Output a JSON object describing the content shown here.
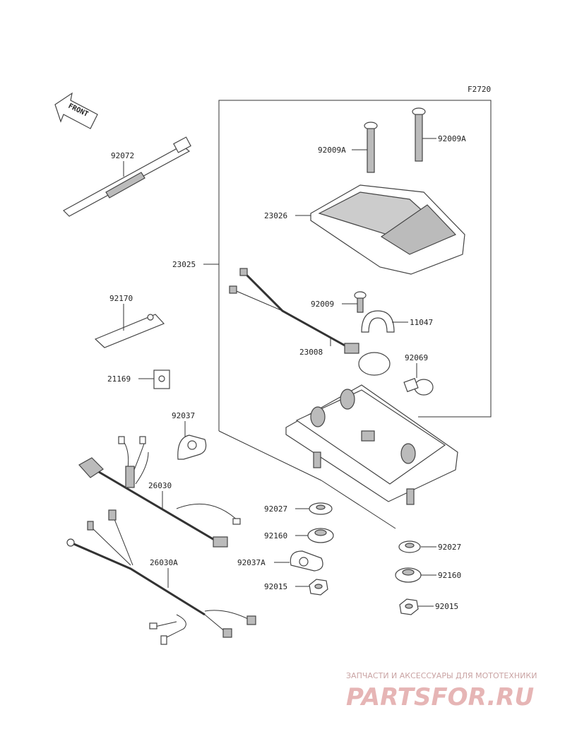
{
  "diagram_code": "F2720",
  "front_label": "FRONT",
  "parts": {
    "p92072": "92072",
    "p92170": "92170",
    "p21169": "21169",
    "p92037": "92037",
    "p26030": "26030",
    "p26030A": "26030A",
    "p23025": "23025",
    "p92009A_left": "92009A",
    "p92009A_right": "92009A",
    "p23026": "23026",
    "p92009": "92009",
    "p11047": "11047",
    "p23008": "23008",
    "p92069": "92069",
    "p92027_left": "92027",
    "p92160_left": "92160",
    "p92037A": "92037A",
    "p92015_left": "92015",
    "p92027_right": "92027",
    "p92160_right": "92160",
    "p92015_right": "92015"
  },
  "watermark": {
    "subtitle": "ЗАПЧАСТИ И АКСЕССУАРЫ ДЛЯ МОТОТЕХНИКИ",
    "brand": "PARTSFOR.RU"
  }
}
